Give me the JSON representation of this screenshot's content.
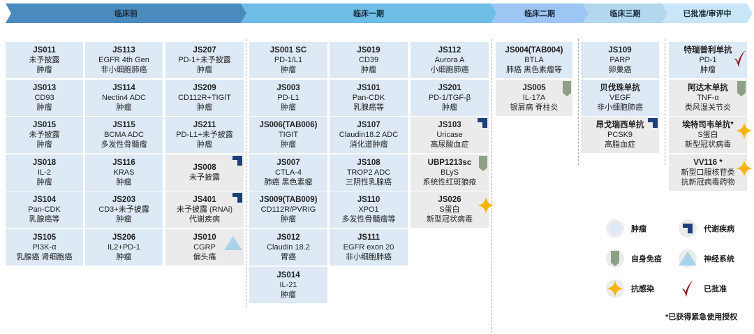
{
  "colors": {
    "tumor": "#dde9f5",
    "other": "#ebebeb",
    "metabolic": "#1f3f7a",
    "autoimmune": "#8fa088",
    "neuro": "#a9d3e8",
    "anti_infective": "#f7b500",
    "approved": "#8b1a1a"
  },
  "phases": [
    {
      "label": "临床前",
      "color": "#4a8bbd"
    },
    {
      "label": "临床一期",
      "color": "#6dbde6"
    },
    {
      "label": "临床二期",
      "color": "#9ec6f5"
    },
    {
      "label": "临床三期",
      "color": "#b3d8ee"
    },
    {
      "label": "已批准/审评中",
      "color": "#c8e6f7"
    }
  ],
  "columns": [
    {
      "phase": "临床前",
      "cards": [
        {
          "code": "JS011",
          "target": "未予披露",
          "indication": "肿瘤",
          "category": "tumor"
        },
        {
          "code": "JS013",
          "target": "CD93",
          "indication": "肿瘤",
          "category": "tumor"
        },
        {
          "code": "JS015",
          "target": "未予披露",
          "indication": "肿瘤",
          "category": "tumor"
        },
        {
          "code": "JS018",
          "target": "IL-2",
          "indication": "肿瘤",
          "category": "tumor"
        },
        {
          "code": "JS104",
          "target": "Pan-CDK",
          "indication": "乳腺癌等",
          "category": "tumor"
        },
        {
          "code": "JS105",
          "target": "PI3K-α",
          "indication": "乳腺癌 肾细胞癌",
          "category": "tumor"
        }
      ]
    },
    {
      "phase": "临床前",
      "cards": [
        {
          "code": "JS113",
          "target": "EGFR 4th Gen",
          "indication": "非小细胞肺癌",
          "category": "tumor"
        },
        {
          "code": "JS114",
          "target": "Nectin4 ADC",
          "indication": "肿瘤",
          "category": "tumor"
        },
        {
          "code": "JS115",
          "target": "BCMA ADC",
          "indication": "多发性骨髓瘤",
          "category": "tumor"
        },
        {
          "code": "JS116",
          "target": "KRAS",
          "indication": "肿瘤",
          "category": "tumor"
        },
        {
          "code": "JS203",
          "target": "CD3+未予披露",
          "indication": "肿瘤",
          "category": "tumor"
        },
        {
          "code": "JS206",
          "target": "IL2+PD-1",
          "indication": "肿瘤",
          "category": "tumor"
        }
      ]
    },
    {
      "phase": "临床前",
      "cards": [
        {
          "code": "JS207",
          "target": "PD-1+未予披露",
          "indication": "肿瘤",
          "category": "tumor"
        },
        {
          "code": "JS209",
          "target": "CD112R+TIGIT",
          "indication": "肿瘤",
          "category": "tumor"
        },
        {
          "code": "JS211",
          "target": "PD-L1+未予披露",
          "indication": "肿瘤",
          "category": "tumor"
        },
        {
          "code": "JS008",
          "target": "未予披露",
          "category": "metabolic"
        },
        {
          "code": "JS401",
          "target": "未予披露 (RNAi)",
          "indication": "代谢疾病",
          "category": "metabolic"
        },
        {
          "code": "JS010",
          "target": "CGRP",
          "indication": "偏头痛",
          "category": "neuro"
        }
      ]
    },
    {
      "phase": "临床一期",
      "cards": [
        {
          "code": "JS001 SC",
          "target": "PD-1/L1",
          "indication": "肿瘤",
          "category": "tumor"
        },
        {
          "code": "JS003",
          "target": "PD-L1",
          "indication": "肿瘤",
          "category": "tumor"
        },
        {
          "code": "JS006(TAB006)",
          "target": "TIGIT",
          "indication": "肿瘤",
          "category": "tumor"
        },
        {
          "code": "JS007",
          "target": "CTLA-4",
          "indication": "肺癌 黑色素瘤",
          "category": "tumor"
        },
        {
          "code": "JS009(TAB009)",
          "target": "CD112R/PVRIG",
          "indication": "肿瘤",
          "category": "tumor"
        },
        {
          "code": "JS012",
          "target": "Claudin 18.2",
          "indication": "胃癌",
          "category": "tumor"
        },
        {
          "code": "JS014",
          "target": "IL-21",
          "indication": "肿瘤",
          "category": "tumor"
        }
      ]
    },
    {
      "phase": "临床一期",
      "cards": [
        {
          "code": "JS019",
          "target": "CD39",
          "indication": "肿瘤",
          "category": "tumor"
        },
        {
          "code": "JS101",
          "target": "Pan-CDK",
          "indication": "乳腺癌等",
          "category": "tumor"
        },
        {
          "code": "JS107",
          "target": "Claudin18.2 ADC",
          "indication": "消化道肿瘤",
          "category": "tumor"
        },
        {
          "code": "JS108",
          "target": "TROP2 ADC",
          "indication": "三阴性乳腺癌",
          "category": "tumor"
        },
        {
          "code": "JS110",
          "target": "XPO1",
          "indication": "多发性骨髓瘤等",
          "category": "tumor"
        },
        {
          "code": "JS111",
          "target": "EGFR exon 20",
          "indication": "非小细胞肺癌",
          "category": "tumor"
        }
      ]
    },
    {
      "phase": "临床一期",
      "cards": [
        {
          "code": "JS112",
          "target": "Aurora A",
          "indication": "小细胞肺癌",
          "category": "tumor"
        },
        {
          "code": "JS201",
          "target": "PD-1/TGF-β",
          "indication": "肿瘤",
          "category": "tumor"
        },
        {
          "code": "JS103",
          "target": "Uricase",
          "indication": "高尿酸血症",
          "category": "metabolic"
        },
        {
          "code": "UBP1213sc",
          "target": "BLyS",
          "indication": "系统性红斑狼疮",
          "category": "autoimmune"
        },
        {
          "code": "JS026",
          "target": "S蛋白",
          "indication": "新型冠状病毒",
          "category": "anti_infective"
        }
      ]
    },
    {
      "phase": "临床二期",
      "cards": [
        {
          "code": "JS004(TAB004)",
          "target": "BTLA",
          "indication": "肺癌 黑色素瘤等",
          "category": "tumor"
        },
        {
          "code": "JS005",
          "target": "IL-17A",
          "indication": "银屑病 脊柱炎",
          "category": "autoimmune"
        }
      ]
    },
    {
      "phase": "临床三期",
      "cards": [
        {
          "code": "JS109",
          "target": "PARP",
          "indication": "卵巢癌",
          "category": "tumor"
        },
        {
          "code": "贝伐珠单抗",
          "target": "VEGF",
          "indication": "非小细胞肺癌",
          "category": "tumor"
        },
        {
          "code": "昂戈瑞西单抗",
          "target": "PCSK9",
          "indication": "高脂血症",
          "category": "metabolic"
        }
      ]
    },
    {
      "phase": "已批准/审评中",
      "cards": [
        {
          "code": "特瑞普利单抗",
          "target": "PD-1",
          "indication": "肿瘤",
          "category": "approved"
        },
        {
          "code": "阿达木单抗",
          "target": "TNF-α",
          "indication": "类风湿关节炎",
          "category": "autoimmune"
        },
        {
          "code": "埃特司韦单抗*",
          "target": "S蛋白",
          "indication": "新型冠状病毒",
          "category": "anti_infective"
        },
        {
          "code": "VV116 *",
          "target": "新型口服核苷类",
          "indication": "抗新冠病毒药物",
          "category": "anti_infective"
        }
      ]
    }
  ],
  "legend": [
    {
      "key": "tumor",
      "label": "肿瘤"
    },
    {
      "key": "metabolic",
      "label": "代谢疾病"
    },
    {
      "key": "autoimmune",
      "label": "自身免疫"
    },
    {
      "key": "neuro",
      "label": "神经系统"
    },
    {
      "key": "anti_infective",
      "label": "抗感染"
    },
    {
      "key": "approved",
      "label": "已批准"
    }
  ],
  "footnote": "*已获得紧急使用授权"
}
